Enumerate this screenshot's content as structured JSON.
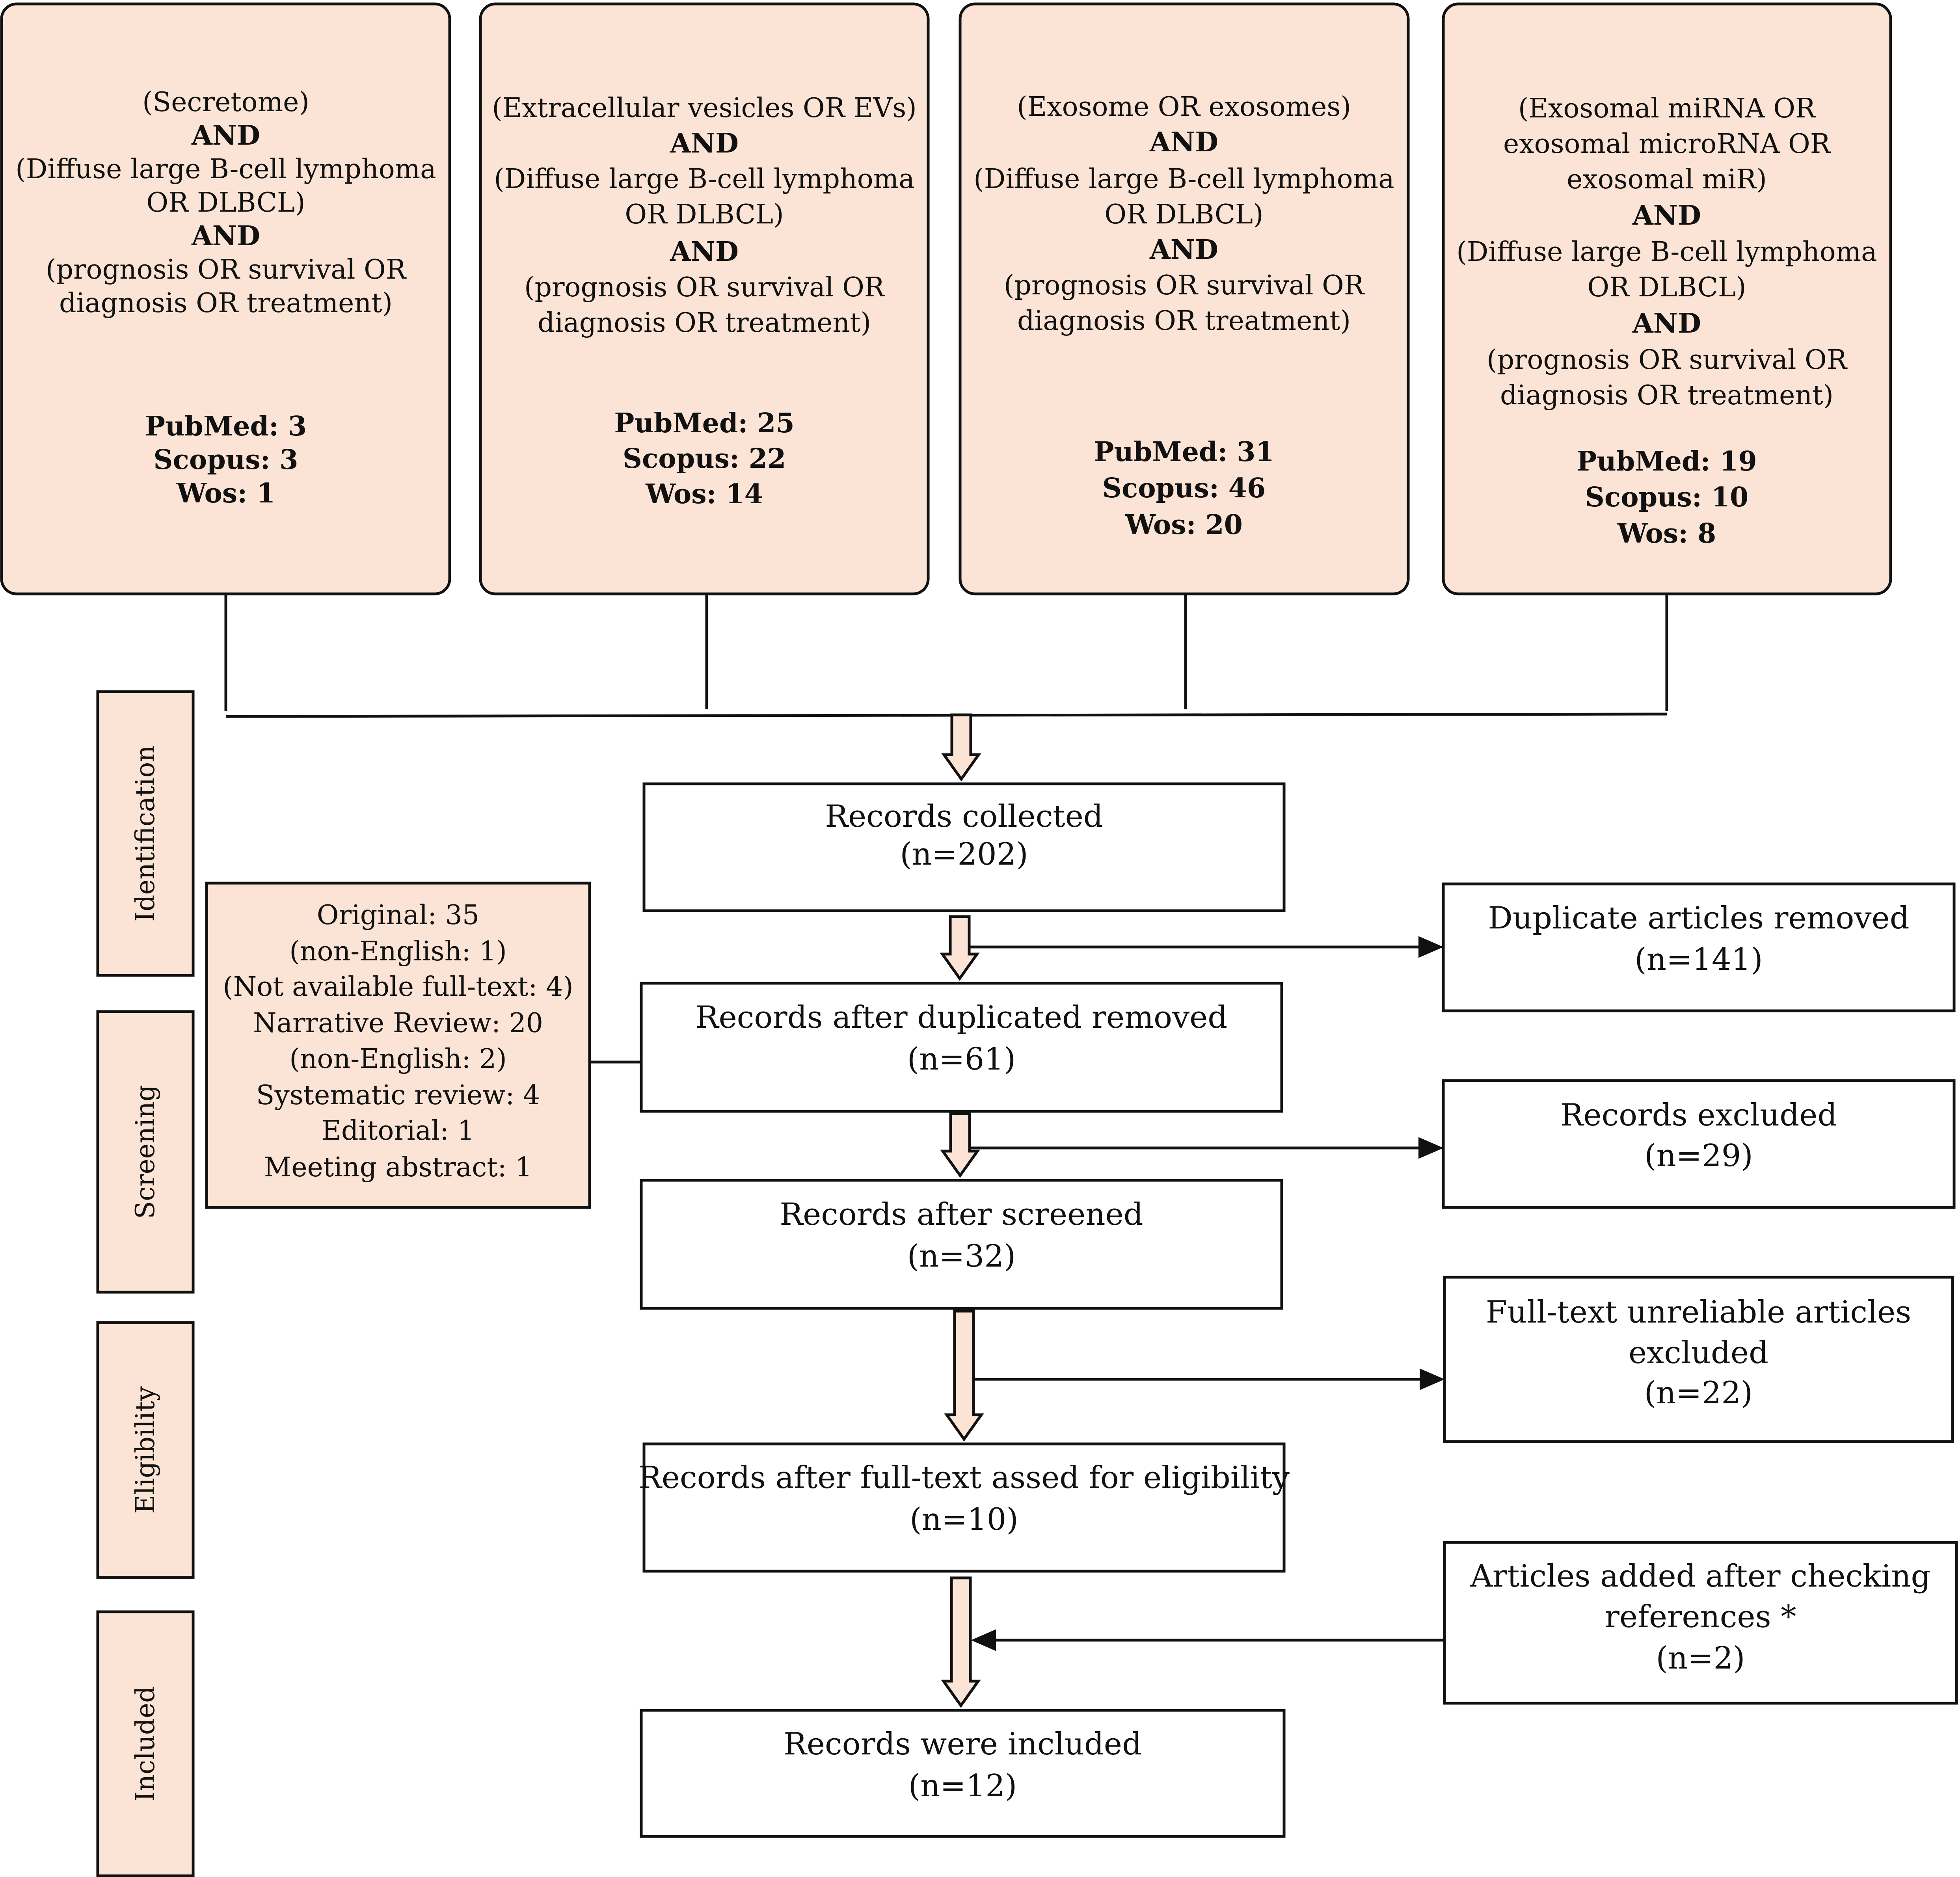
{
  "search_strategies": [
    {
      "query_lines": [
        {
          "text": "(Secretome)",
          "bold": false
        },
        {
          "text": "AND",
          "bold": true
        },
        {
          "text": "(Diffuse large B-cell lymphoma",
          "bold": false
        },
        {
          "text": "OR DLBCL)",
          "bold": false
        },
        {
          "text": "AND",
          "bold": true
        },
        {
          "text": "(prognosis OR survival OR",
          "bold": false
        },
        {
          "text": "diagnosis OR treatment)",
          "bold": false
        }
      ],
      "counts": [
        "PubMed: 3",
        "Scopus: 3",
        "Wos: 1"
      ]
    },
    {
      "query_lines": [
        {
          "text": "(Extracellular vesicles OR EVs)",
          "bold": false
        },
        {
          "text": "AND",
          "bold": true
        },
        {
          "text": "(Diffuse large B-cell lymphoma",
          "bold": false
        },
        {
          "text": "OR DLBCL)",
          "bold": false
        },
        {
          "text": "AND",
          "bold": true
        },
        {
          "text": "(prognosis OR survival OR",
          "bold": false
        },
        {
          "text": "diagnosis OR treatment)",
          "bold": false
        }
      ],
      "counts": [
        "PubMed: 25",
        "Scopus: 22",
        "Wos: 14"
      ]
    },
    {
      "query_lines": [
        {
          "text": "(Exosome OR exosomes)",
          "bold": false
        },
        {
          "text": "AND",
          "bold": true
        },
        {
          "text": "(Diffuse large B-cell lymphoma",
          "bold": false
        },
        {
          "text": "OR DLBCL)",
          "bold": false
        },
        {
          "text": "AND",
          "bold": true
        },
        {
          "text": "(prognosis OR survival OR",
          "bold": false
        },
        {
          "text": "diagnosis OR treatment)",
          "bold": false
        }
      ],
      "counts": [
        "PubMed: 31",
        "Scopus: 46",
        "Wos: 20"
      ]
    },
    {
      "query_lines": [
        {
          "text": "(Exosomal miRNA OR",
          "bold": false
        },
        {
          "text": "exosomal microRNA OR",
          "bold": false
        },
        {
          "text": "exosomal miR)",
          "bold": false
        },
        {
          "text": "AND",
          "bold": true
        },
        {
          "text": "(Diffuse large B-cell lymphoma",
          "bold": false
        },
        {
          "text": "OR DLBCL)",
          "bold": false
        },
        {
          "text": "AND",
          "bold": true
        },
        {
          "text": "(prognosis OR survival OR",
          "bold": false
        },
        {
          "text": "diagnosis OR treatment)",
          "bold": false
        }
      ],
      "counts": [
        "PubMed: 19",
        "Scopus: 10",
        "Wos: 8"
      ]
    }
  ],
  "stages": [
    "Identification",
    "Screening",
    "Eligibility",
    "Included"
  ],
  "flow_steps": [
    {
      "label": "Records collected",
      "count": "(n=202)"
    },
    {
      "label": "Records after duplicated removed",
      "count": "(n=61)"
    },
    {
      "label": "Records after screened",
      "count": "(n=32)"
    },
    {
      "label": "Records after full-text assed for eligibility",
      "count": "(n=10)"
    },
    {
      "label": "Records were included",
      "count": "(n=12)"
    }
  ],
  "side_boxes": [
    {
      "lines": [
        "Duplicate articles removed",
        "(n=141)"
      ]
    },
    {
      "lines": [
        "Records excluded",
        "(n=29)"
      ]
    },
    {
      "lines": [
        "Full-text unreliable articles",
        "excluded",
        "(n=22)"
      ]
    },
    {
      "lines": [
        "Articles added after checking",
        "references *",
        "(n=2)"
      ]
    }
  ],
  "excluded_breakdown": [
    "Original: 35",
    "(non-English: 1)",
    "(Not available full-text: 4)",
    "Narrative Review: 20",
    "(non-English: 2)",
    "Systematic review: 4",
    "Editorial: 1",
    "Meeting abstract: 1"
  ],
  "colors": {
    "peach_fill": "#FBE4D5",
    "stroke": "#111111",
    "background": "#FFFFFF"
  }
}
